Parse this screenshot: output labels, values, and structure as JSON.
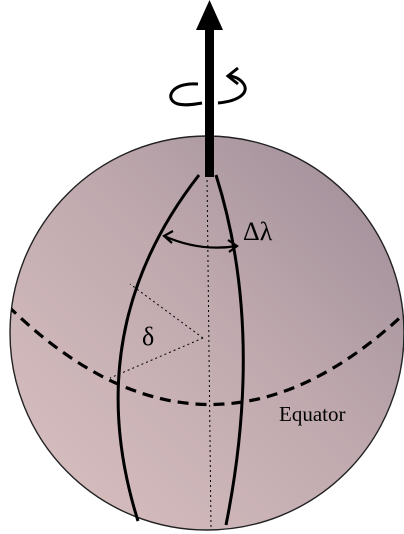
{
  "diagram": {
    "labels": {
      "longitude_width": "Δλ",
      "angular_size": "δ",
      "equator": "Equator"
    },
    "colors": {
      "sphere_light": "#dbc2c2",
      "sphere_mid": "#bfa9ae",
      "sphere_dark": "#9c8a96",
      "ink": "#000000"
    },
    "icons": [
      "rotation-axis-arrow",
      "rotation-direction-icon"
    ]
  }
}
